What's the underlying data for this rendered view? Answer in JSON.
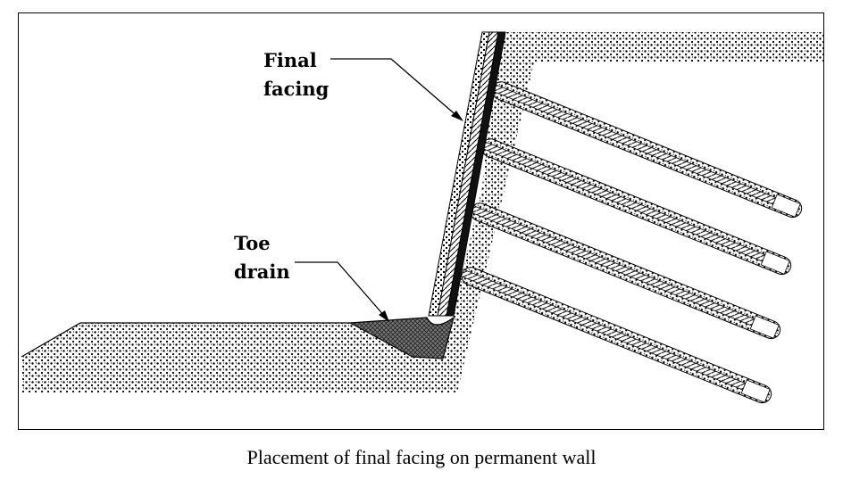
{
  "labels": {
    "final_facing_line1": "Final",
    "final_facing_line2": "facing",
    "toe_drain_line1": "Toe",
    "toe_drain_line2": "drain"
  },
  "caption": "Placement of final facing on permanent wall",
  "colors": {
    "ink": "#000000",
    "paper": "#ffffff"
  }
}
